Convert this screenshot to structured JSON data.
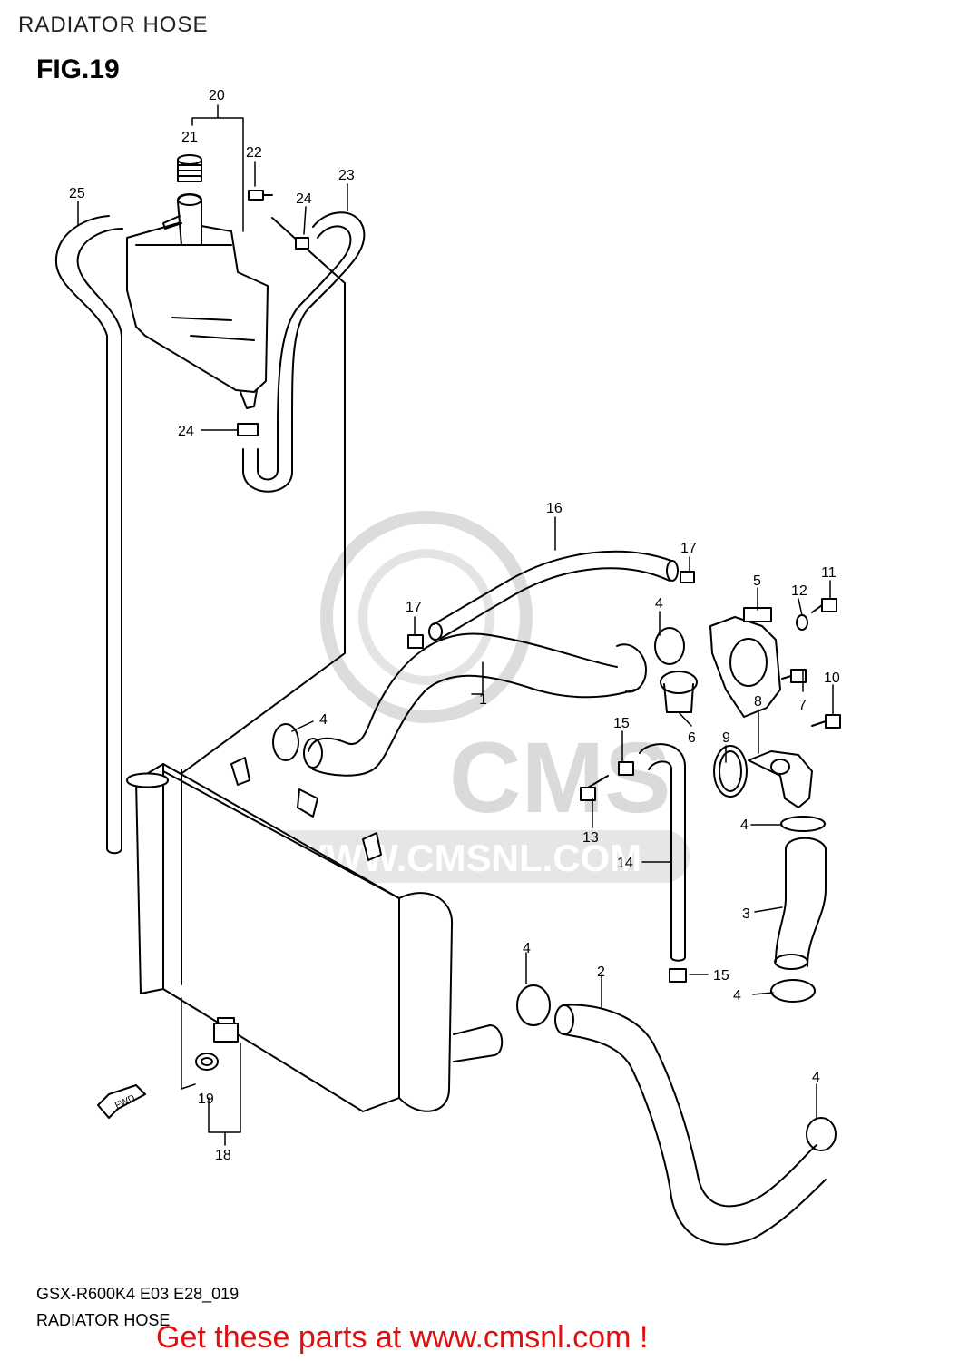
{
  "header": {
    "title": "RADIATOR HOSE",
    "figure": "FIG.19"
  },
  "watermark": {
    "brand": "CMS",
    "url": "WWW.CMSNL.COM"
  },
  "fwd_label": "FWD",
  "callouts": [
    {
      "id": "c20",
      "text": "20"
    },
    {
      "id": "c21",
      "text": "21"
    },
    {
      "id": "c22",
      "text": "22"
    },
    {
      "id": "c23",
      "text": "23"
    },
    {
      "id": "c24a",
      "text": "24"
    },
    {
      "id": "c25",
      "text": "25"
    },
    {
      "id": "c24b",
      "text": "24"
    },
    {
      "id": "c16",
      "text": "16"
    },
    {
      "id": "c17a",
      "text": "17"
    },
    {
      "id": "c5",
      "text": "5"
    },
    {
      "id": "c12",
      "text": "12"
    },
    {
      "id": "c11",
      "text": "11"
    },
    {
      "id": "c17b",
      "text": "17"
    },
    {
      "id": "c4a",
      "text": "4"
    },
    {
      "id": "c1",
      "text": "1"
    },
    {
      "id": "c7",
      "text": "7"
    },
    {
      "id": "c10",
      "text": "10"
    },
    {
      "id": "c4b",
      "text": "4"
    },
    {
      "id": "c15a",
      "text": "15"
    },
    {
      "id": "c6",
      "text": "6"
    },
    {
      "id": "c9",
      "text": "9"
    },
    {
      "id": "c8",
      "text": "8"
    },
    {
      "id": "c13",
      "text": "13"
    },
    {
      "id": "c4c",
      "text": "4"
    },
    {
      "id": "c14",
      "text": "14"
    },
    {
      "id": "c3",
      "text": "3"
    },
    {
      "id": "c4d",
      "text": "4"
    },
    {
      "id": "c2",
      "text": "2"
    },
    {
      "id": "c15b",
      "text": "15"
    },
    {
      "id": "c4e",
      "text": "4"
    },
    {
      "id": "c19",
      "text": "19"
    },
    {
      "id": "c4f",
      "text": "4"
    },
    {
      "id": "c18",
      "text": "18"
    }
  ],
  "footer": {
    "model_code": "GSX-R600K4 E03 E28_019",
    "section_name": "RADIATOR HOSE",
    "cta": "Get these parts at www.cmsnl.com !"
  },
  "colors": {
    "cta": "#e01010",
    "watermark": "#d6d6d6",
    "line": "#000000"
  }
}
